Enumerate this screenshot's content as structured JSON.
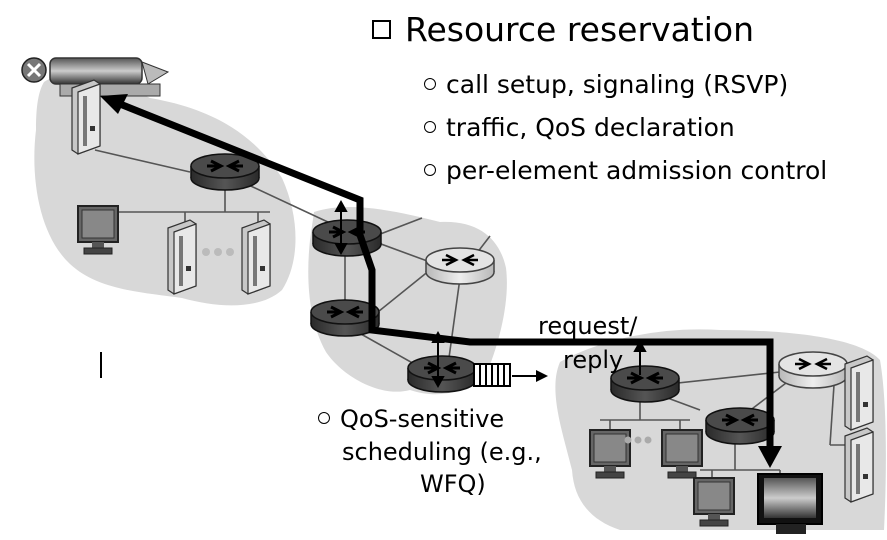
{
  "heading": {
    "title": "Resource reservation"
  },
  "bullets": [
    "call setup, signaling (RSVP)",
    "traffic, QoS declaration",
    "per-element admission control"
  ],
  "labels": {
    "request": "request/",
    "reply": "reply",
    "scheduling": [
      "QoS-sensitive",
      "scheduling (e.g.,",
      "WFQ)"
    ]
  },
  "colors": {
    "network_cloud": "#d8d8d8",
    "router_dark": "#3a3a3a",
    "router_light": "#d6d6d6",
    "path": "#000000"
  }
}
